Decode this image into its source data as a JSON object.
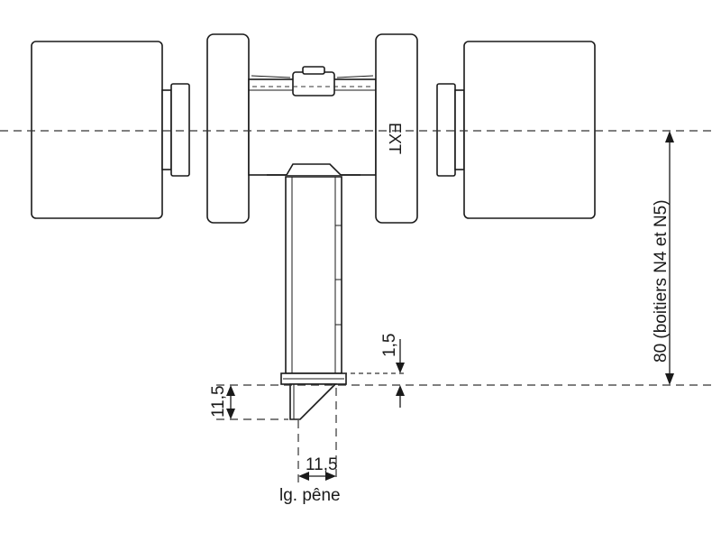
{
  "labels": {
    "side_marking": "EXT",
    "height_dimension": "80 (boitiers N4 et N5)",
    "offset_dimension": "1,5",
    "latch_height_dimension": "11,5",
    "latch_width_dimension": "11,5",
    "latch_width_caption": "lg. pêne"
  },
  "colors": {
    "line": "#1a1a1a",
    "background": "#ffffff"
  }
}
